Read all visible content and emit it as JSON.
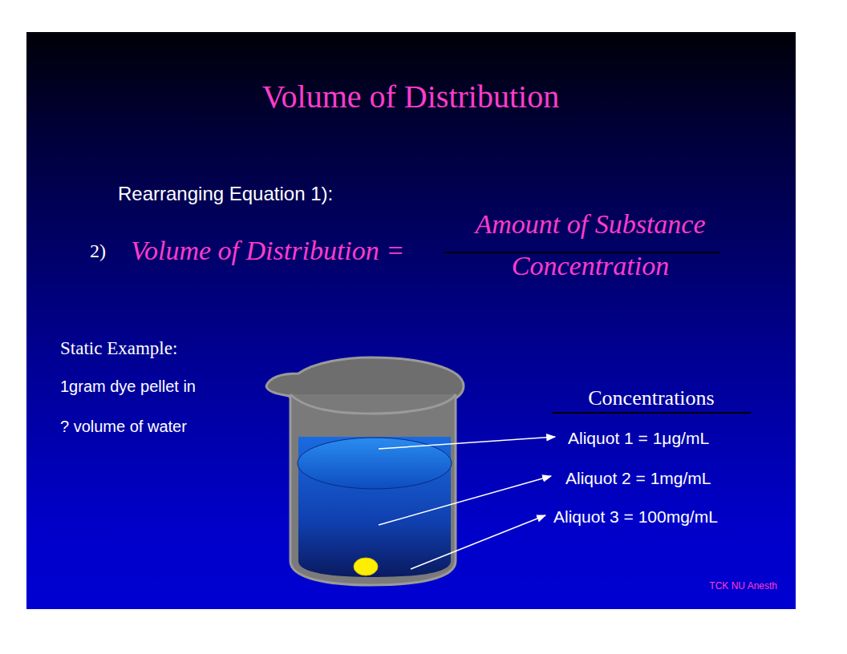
{
  "diagram": {
    "title": "Volume of Distribution",
    "labels": [
      "Rearranging Equation 1):",
      "2)",
      "Volume of Distribution =",
      "Amount of Substance",
      "Concentration",
      "Static Example:",
      "1gram dye pellet in",
      "? volume of water",
      "Concentrations",
      "Aliquot 1 = 1μg/mL",
      "Aliquot 2 = 1mg/mL",
      "Aliquot 3 = 100mg/mL",
      "TCK NU Anesth"
    ]
  }
}
